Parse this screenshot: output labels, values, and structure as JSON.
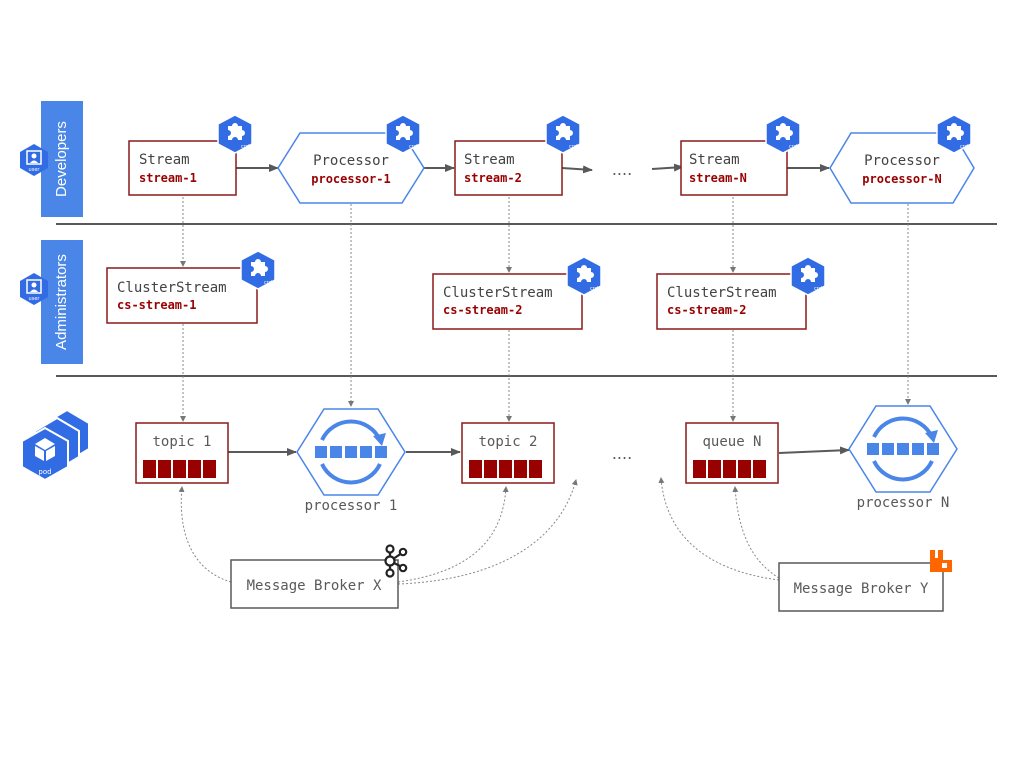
{
  "colors": {
    "lane_blue": "#4a86e8",
    "dark_red": "#990000",
    "border_red": "#8b1a1a",
    "gray_line": "#595959",
    "k8s_blue": "#326ce5",
    "rabbit_orange": "#ff6600"
  },
  "lanes": {
    "developers": "Developers",
    "administrators": "Administrators"
  },
  "icons": {
    "user_label": "user",
    "pod_label": "pod",
    "crd_label": "crd"
  },
  "streams": [
    {
      "kind": "Stream",
      "name": "stream-1"
    },
    {
      "kind": "Stream",
      "name": "stream-2"
    },
    {
      "kind": "Stream",
      "name": "stream-N"
    }
  ],
  "processors": [
    {
      "kind": "Processor",
      "name": "processor-1"
    },
    {
      "kind": "Processor",
      "name": "processor-N"
    }
  ],
  "cluster_streams": [
    {
      "kind": "ClusterStream",
      "name": "cs-stream-1"
    },
    {
      "kind": "ClusterStream",
      "name": "cs-stream-2"
    },
    {
      "kind": "ClusterStream",
      "name": "cs-stream-2"
    }
  ],
  "queues": [
    {
      "label": "topic 1"
    },
    {
      "label": "topic 2"
    },
    {
      "label": "queue N"
    }
  ],
  "runtime_processors": [
    {
      "label": "processor 1"
    },
    {
      "label": "processor N"
    }
  ],
  "brokers": [
    {
      "label": "Message Broker X"
    },
    {
      "label": "Message Broker Y"
    }
  ],
  "ellipsis": "...."
}
